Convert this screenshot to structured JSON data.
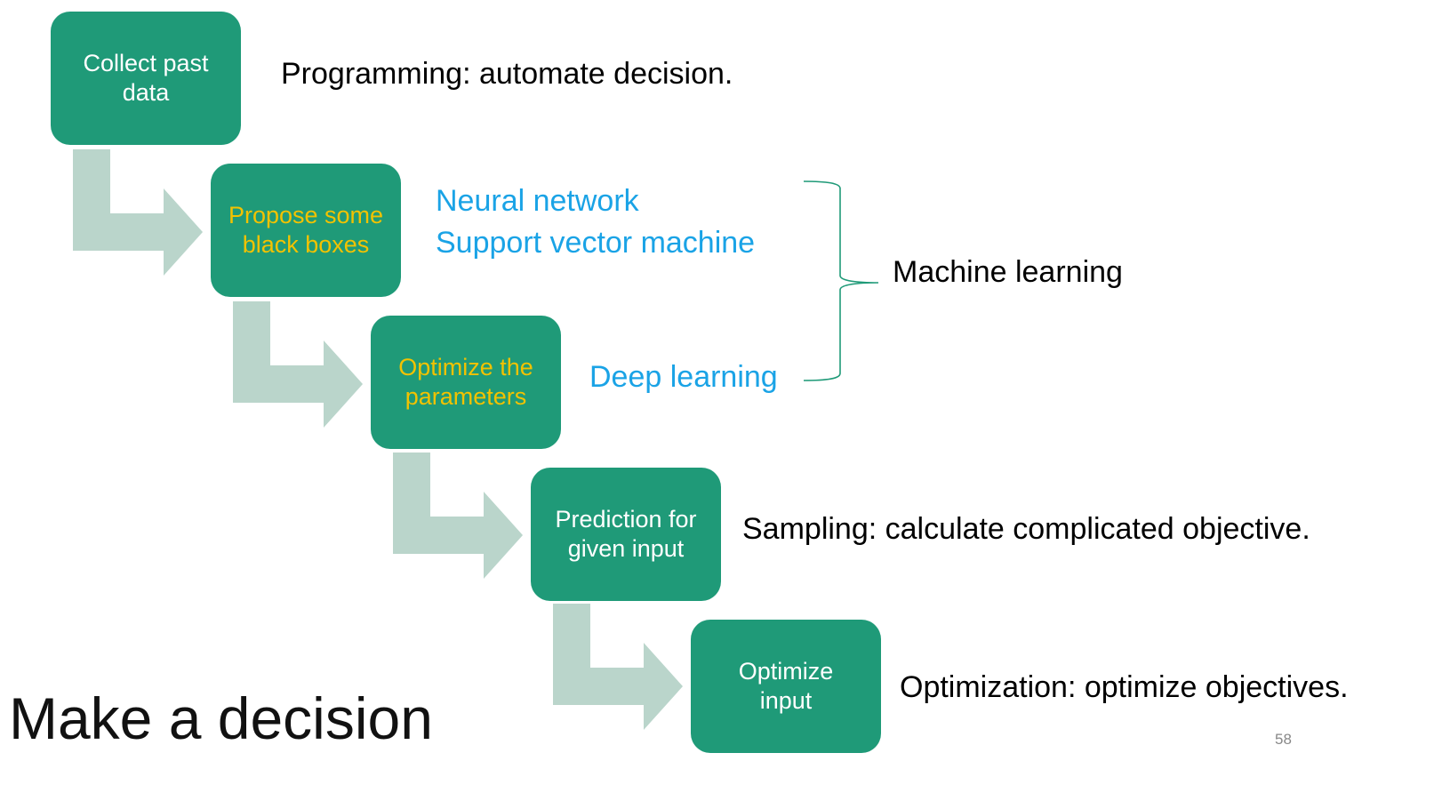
{
  "slide": {
    "title": "Make a decision",
    "page_number": "58",
    "colors": {
      "box": "#1f9a78",
      "highlight_text": "#f2c200",
      "blue_text": "#1aa3e6",
      "arrow": "#bad5cb",
      "brace": "#1f9a78"
    }
  },
  "steps": [
    {
      "label": "Collect past data",
      "line1": "Collect past",
      "line2": "data",
      "highlighted": false
    },
    {
      "label": "Propose some black boxes",
      "line1": "Propose some",
      "line2": "black boxes",
      "highlighted": true
    },
    {
      "label": "Optimize the parameters",
      "line1": "Optimize the",
      "line2": "parameters",
      "highlighted": true
    },
    {
      "label": "Prediction for given input",
      "line1": "Prediction for",
      "line2": "given input",
      "highlighted": false
    },
    {
      "label": "Optimize input",
      "line1": "Optimize",
      "line2": "input",
      "highlighted": false
    }
  ],
  "annotations": {
    "programming": "Programming: automate decision.",
    "neural_network": "Neural network",
    "svm": "Support vector machine",
    "deep_learning": "Deep learning",
    "machine_learning": "Machine learning",
    "sampling": "Sampling: calculate complicated objective.",
    "optimization": "Optimization: optimize objectives."
  }
}
